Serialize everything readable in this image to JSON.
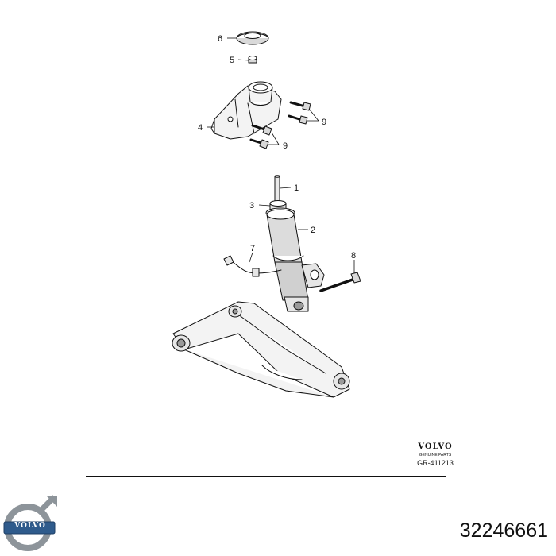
{
  "diagram": {
    "callouts": [
      "1",
      "2",
      "3",
      "4",
      "5",
      "6",
      "7",
      "8",
      "9",
      "9"
    ]
  },
  "footer_block": {
    "brand": "VOLVO",
    "tagline": "GENUINE PARTS",
    "ref_code": "GR-411213"
  },
  "logo": {
    "text": "VOLVO",
    "colors": {
      "ring": "#8d949a",
      "band": "#2f5b8c",
      "text": "#ffffff"
    }
  },
  "part_number": "32246661"
}
